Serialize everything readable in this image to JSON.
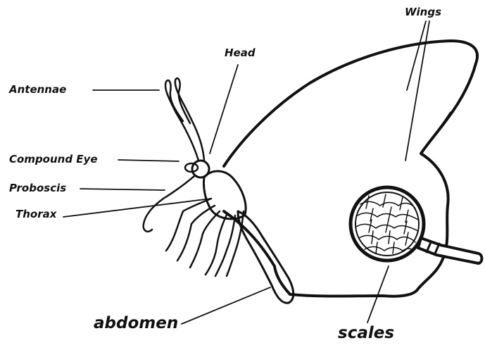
{
  "labels": {
    "wings": "Wings",
    "head": "Head",
    "antennae": "Antennae",
    "compound_eye": "Compound Eye",
    "proboscis": "Proboscis",
    "thorax": "Thorax",
    "abdomen": "abdomen",
    "scales": "scales"
  },
  "colors": {
    "ink": "#111111",
    "background": "#ffffff"
  }
}
